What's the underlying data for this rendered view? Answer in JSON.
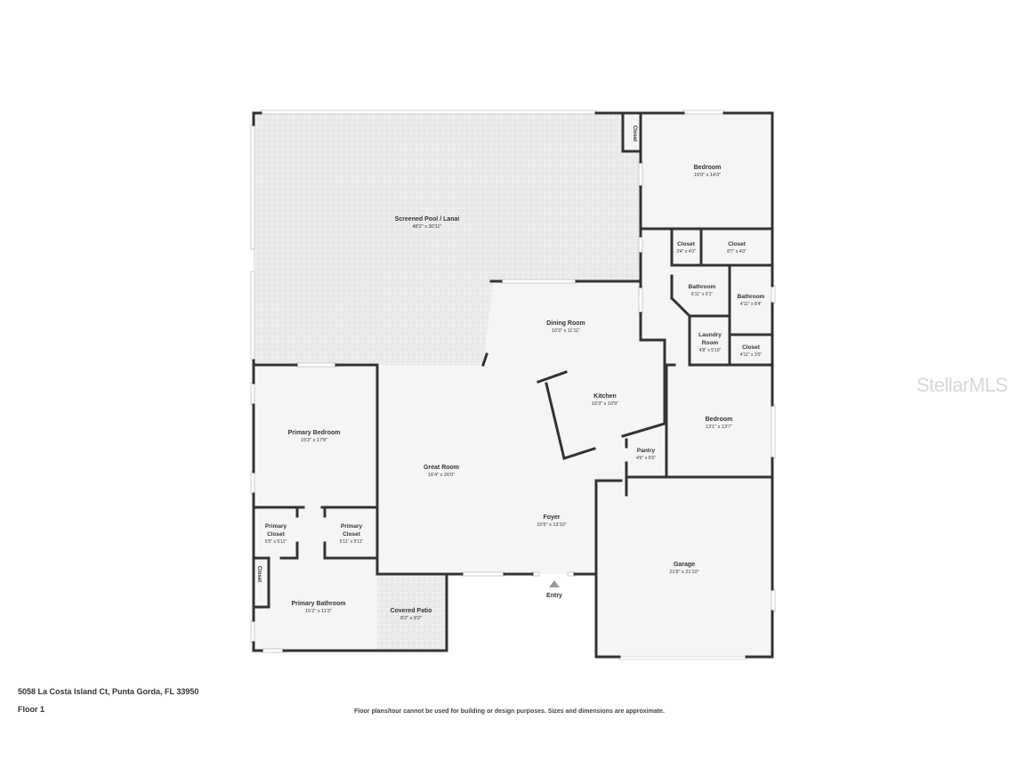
{
  "rooms": [
    {
      "id": "pool",
      "name": "Screened Pool / Lanai",
      "dims": "48'2\" x 30'11\""
    },
    {
      "id": "bedroom1",
      "name": "Bedroom",
      "dims": "16'0\" x 14'3\""
    },
    {
      "id": "closet_top",
      "name": "Closet",
      "dims": ""
    },
    {
      "id": "closet_a",
      "name": "Closet",
      "dims": "3'4\" x 4'0\""
    },
    {
      "id": "closet_b",
      "name": "Closet",
      "dims": "8'7\" x 4'0\""
    },
    {
      "id": "bath1",
      "name": "Bathroom",
      "dims": "6'11\" x 6'1\""
    },
    {
      "id": "bath2",
      "name": "Bathroom",
      "dims": "4'11\" x 8'4\""
    },
    {
      "id": "dining",
      "name": "Dining Room",
      "dims": "10'3\" x 11'11\""
    },
    {
      "id": "laundry_1",
      "name": "Laundry",
      "dims": ""
    },
    {
      "id": "laundry_2",
      "name": "Room",
      "dims": "4'8\" x 5'10\""
    },
    {
      "id": "closet_c",
      "name": "Closet",
      "dims": "4'11\" x 3'0\""
    },
    {
      "id": "kitchen",
      "name": "Kitchen",
      "dims": "16'3\" x 10'9\""
    },
    {
      "id": "bedroom2",
      "name": "Bedroom",
      "dims": "13'1\" x 13'7\""
    },
    {
      "id": "primary_bedroom",
      "name": "Primary Bedroom",
      "dims": "15'2\" x 17'8\""
    },
    {
      "id": "great_room",
      "name": "Great Room",
      "dims": "16'4\" x 26'0\""
    },
    {
      "id": "pantry",
      "name": "Pantry",
      "dims": "4'6\" x 6'6\""
    },
    {
      "id": "foyer",
      "name": "Foyer",
      "dims": "10'5\" x 13'10\""
    },
    {
      "id": "pclosetL_1",
      "name": "Primary",
      "dims": ""
    },
    {
      "id": "pclosetL_2",
      "name": "Closet",
      "dims": "5'5\" x 5'11\""
    },
    {
      "id": "pclosetR_1",
      "name": "Primary",
      "dims": ""
    },
    {
      "id": "pclosetR_2",
      "name": "Closet",
      "dims": "5'11\" x 5'11\""
    },
    {
      "id": "garage",
      "name": "Garage",
      "dims": "21'8\" x 21'10\""
    },
    {
      "id": "closet_pb",
      "name": "Closet",
      "dims": ""
    },
    {
      "id": "primary_bath",
      "name": "Primary Bathroom",
      "dims": "15'2\" x 11'3\""
    },
    {
      "id": "covered_patio",
      "name": "Covered Patio",
      "dims": "8'2\" x 9'2\""
    },
    {
      "id": "entry",
      "name": "Entry",
      "dims": ""
    }
  ],
  "footer": {
    "address": "5058 La Costa Island Ct, Punta Gorda, FL 33950",
    "floor": "Floor 1",
    "disclaimer": "Floor plans/tour cannot be used for building or design purposes. Sizes and dimensions are approximate."
  },
  "watermark": "StellarMLS"
}
